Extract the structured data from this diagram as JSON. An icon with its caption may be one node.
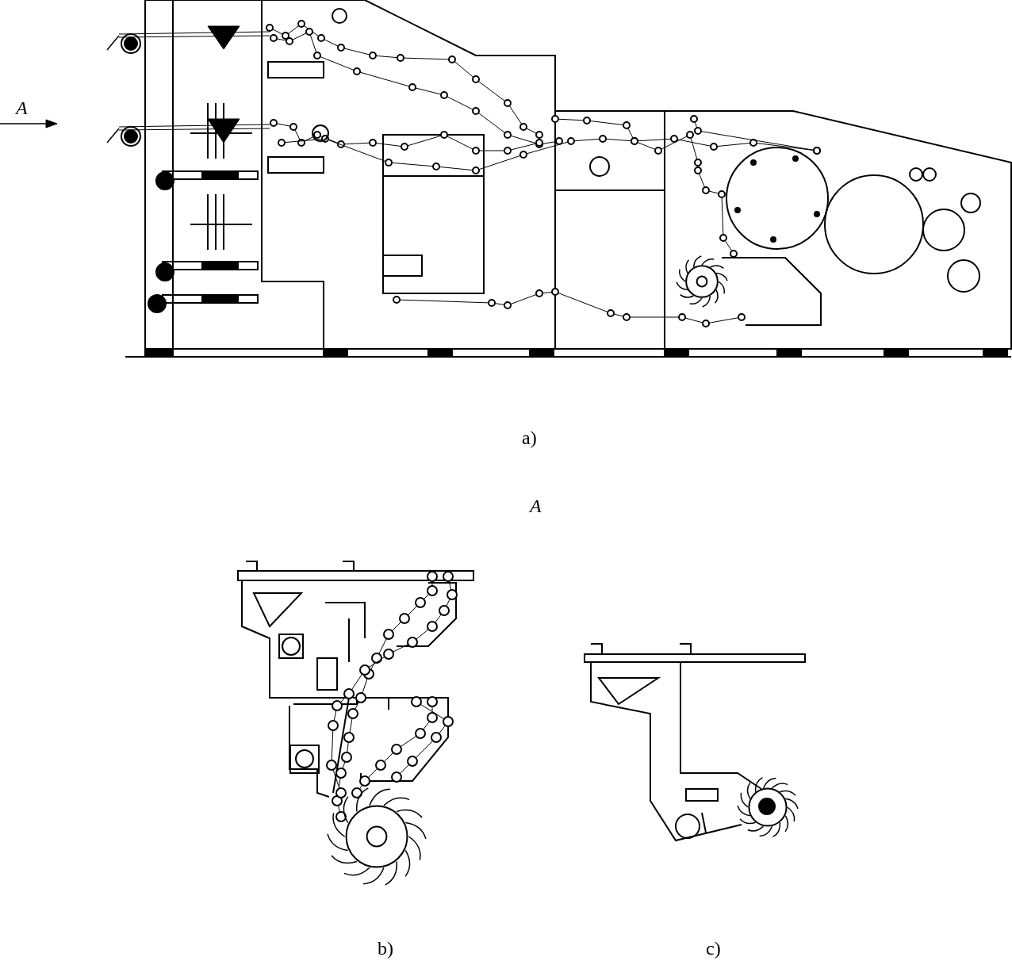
{
  "diagram": {
    "labels": [
      "A",
      "a)",
      "A",
      "b)",
      "c)"
    ]
  }
}
